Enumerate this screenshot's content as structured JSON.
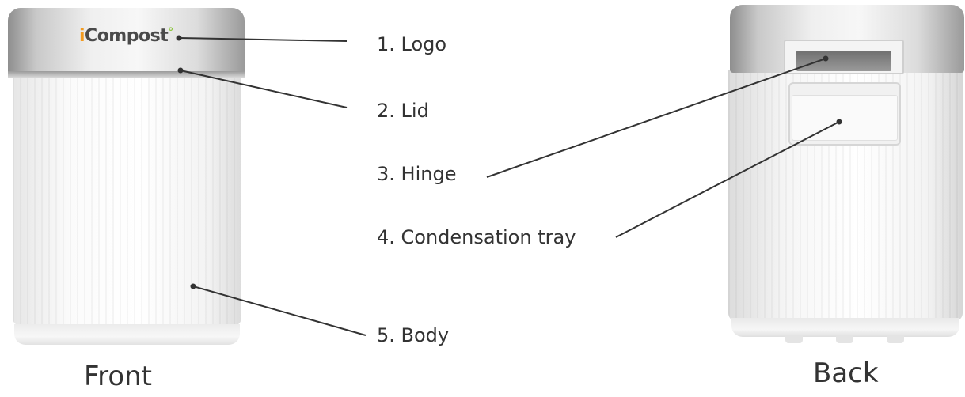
{
  "logo": {
    "i": "i",
    "rest": "Compost",
    "dot": "°"
  },
  "labels": {
    "logo": "1. Logo",
    "lid": "2. Lid",
    "hinge": "3. Hinge",
    "condensation_tray": "4. Condensation tray",
    "body": "5. Body"
  },
  "captions": {
    "front": "Front",
    "back": "Back"
  },
  "colors": {
    "logo_i": "#f29a1f",
    "logo_text": "#4a4a4a",
    "logo_dot": "#8dc63f",
    "leader_line": "#333333"
  }
}
